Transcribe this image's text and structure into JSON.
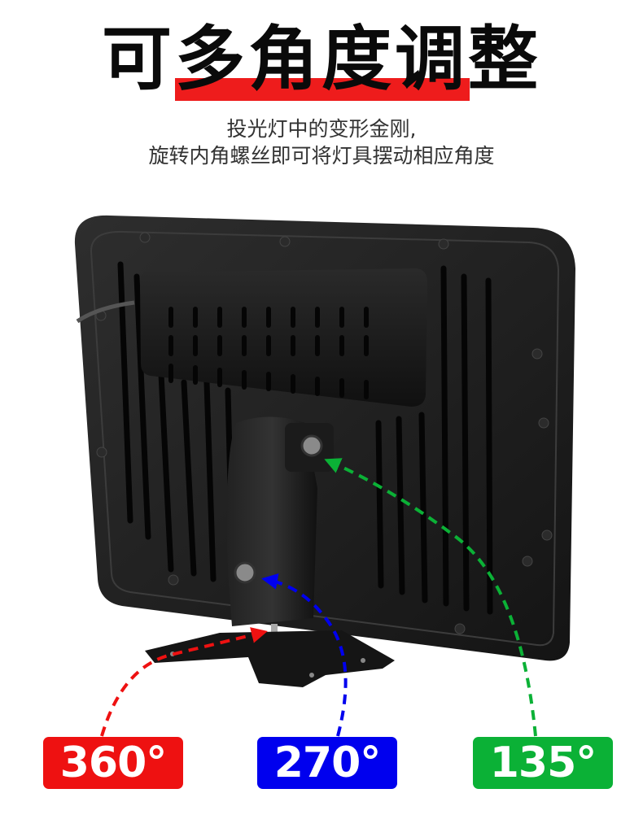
{
  "headline": {
    "title": "可多角度调整",
    "accent_color": "#ee1c1c"
  },
  "subtitle": {
    "line1": "投光灯中的变形金刚,",
    "line2": "旋转内角螺丝即可将灯具摆动相应角度"
  },
  "product": {
    "description": "Black floodlight rear housing with finned heat sink and adjustable mounting bracket",
    "arrows": [
      {
        "color": "#ee1111",
        "target": "base-pivot-screw"
      },
      {
        "color": "#0000ee",
        "target": "middle-hinge-bolt"
      },
      {
        "color": "#0bb136",
        "target": "upper-hinge-bolt"
      }
    ]
  },
  "badges": [
    {
      "label": "360°",
      "color": "#ee1111"
    },
    {
      "label": "270°",
      "color": "#0000ee"
    },
    {
      "label": "135°",
      "color": "#0bb136"
    }
  ]
}
